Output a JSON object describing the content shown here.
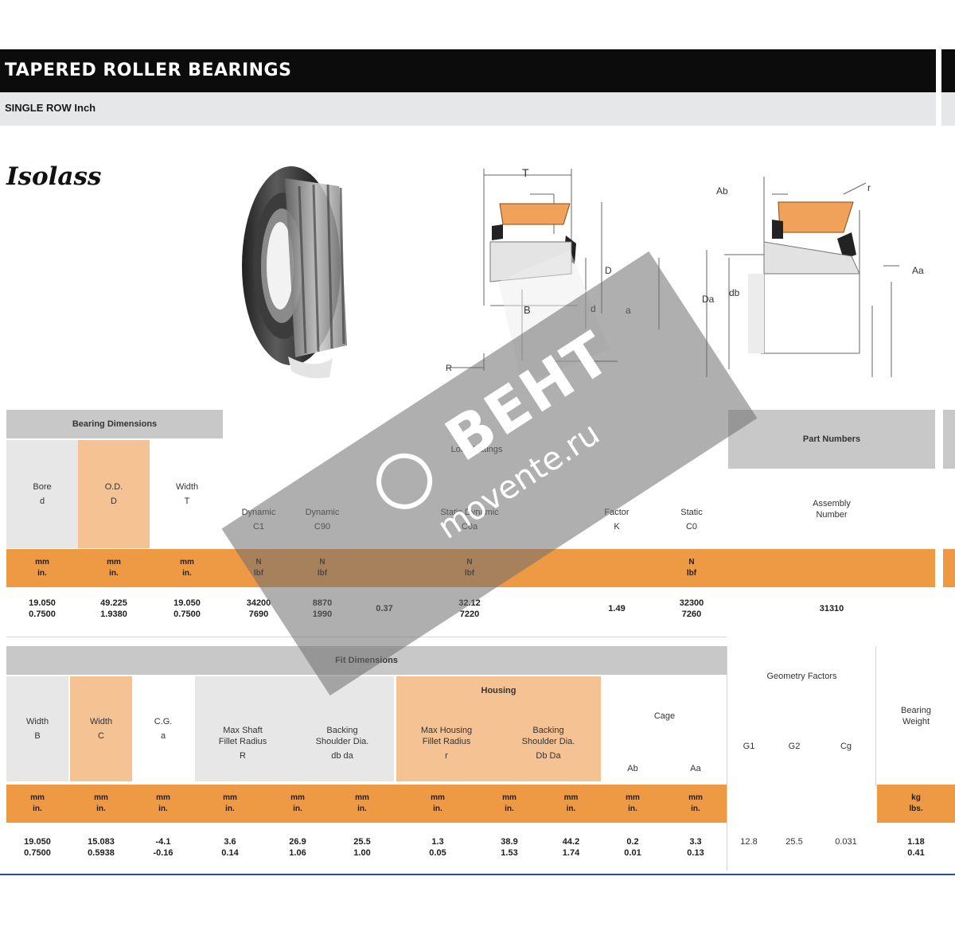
{
  "header": {
    "title": "TAPERED ROLLER BEARINGS",
    "subtitle": "SINGLE ROW Inch"
  },
  "section_label": "Isolass",
  "diagram_labels": {
    "T": "T",
    "B": "B",
    "D": "D",
    "d": "d",
    "Da": "Da",
    "db": "db",
    "a": "a",
    "r": "r",
    "R": "R",
    "Ab": "Ab",
    "Aa": "Aa"
  },
  "watermark": {
    "brand": "BEHT",
    "site": "movente.ru"
  },
  "table1": {
    "groups": {
      "bearing_dimensions": "Bearing Dimensions",
      "load_ratings": "Load Ratings",
      "part_numbers": "Part Numbers"
    },
    "dims_headers": [
      {
        "line1": "Bore",
        "line2": "d"
      },
      {
        "line1": "O.D.",
        "line2": "D"
      },
      {
        "line1": "Width",
        "line2": "T"
      }
    ],
    "rating_headers": [
      {
        "line1": "Dynamic",
        "line2": "C1"
      },
      {
        "line1": "Dynamic",
        "line2": "C90"
      },
      {
        "line1": "",
        "line2": ""
      },
      {
        "line1": "Static Dynamic",
        "line2": "C0a"
      },
      {
        "line1": "Factor",
        "line2": "K"
      },
      {
        "line1": "Static",
        "line2": "C0"
      }
    ],
    "part_header": {
      "line1": "Assembly",
      "line2": "Number"
    },
    "units": [
      "mm\nin.",
      "mm\nin.",
      "mm\nin.",
      "N\nlbf",
      "N\nlbf",
      "",
      "N\nlbf",
      "",
      "N\nlbf"
    ],
    "values": [
      "19.050\n0.7500",
      "49.225\n1.9380",
      "19.050\n0.7500",
      "34200\n7690",
      "8870\n1990",
      "0.37",
      "32.12\n7220",
      "1.49",
      "32300\n7260"
    ],
    "part_value": "31310"
  },
  "table2": {
    "groups": {
      "fit_dimensions": "Fit Dimensions",
      "housing": "Housing",
      "cage": "Cage",
      "geometry_factors": "Geometry Factors"
    },
    "left_headers": [
      {
        "line1": "Width",
        "line2": "B"
      },
      {
        "line1": "Width",
        "line2": "C"
      },
      {
        "line1": "C.G.",
        "line2": "a"
      }
    ],
    "shaft_headers": [
      {
        "line1": "Max Shaft\nFillet Radius",
        "line2": "R"
      },
      {
        "line1": "Backing\nShoulder Dia.",
        "line2": "db  da"
      }
    ],
    "housing_headers": [
      {
        "line1": "Max Housing\nFillet Radius",
        "line2": "r"
      },
      {
        "line1": "Backing\nShoulder Dia.",
        "line2": "Db  Da"
      }
    ],
    "cage_headers": [
      "Ab",
      "Aa"
    ],
    "geometry_headers": [
      "G1",
      "G2",
      "Cg"
    ],
    "weight_header": {
      "line1": "Bearing",
      "line2": "Weight"
    },
    "units": [
      "mm\nin.",
      "mm\nin.",
      "mm\nin.",
      "mm\nin.",
      "mm\nin.",
      "mm\nin.",
      "mm\nin.",
      "mm\nin.",
      "mm\nin.",
      "mm\nin.",
      "mm\nin."
    ],
    "weight_unit": "kg\nlbs.",
    "values": [
      "19.050\n0.7500",
      "15.083\n0.5938",
      "-4.1\n-0.16",
      "3.6\n0.14",
      "26.9\n1.06",
      "25.5\n1.00",
      "1.3\n0.05",
      "38.9\n1.53",
      "44.2\n1.74",
      "0.2\n0.01",
      "3.3\n0.13"
    ],
    "geometry_values": [
      "12.8",
      "25.5",
      "0.031"
    ],
    "weight_value": "1.18\n0.41"
  }
}
